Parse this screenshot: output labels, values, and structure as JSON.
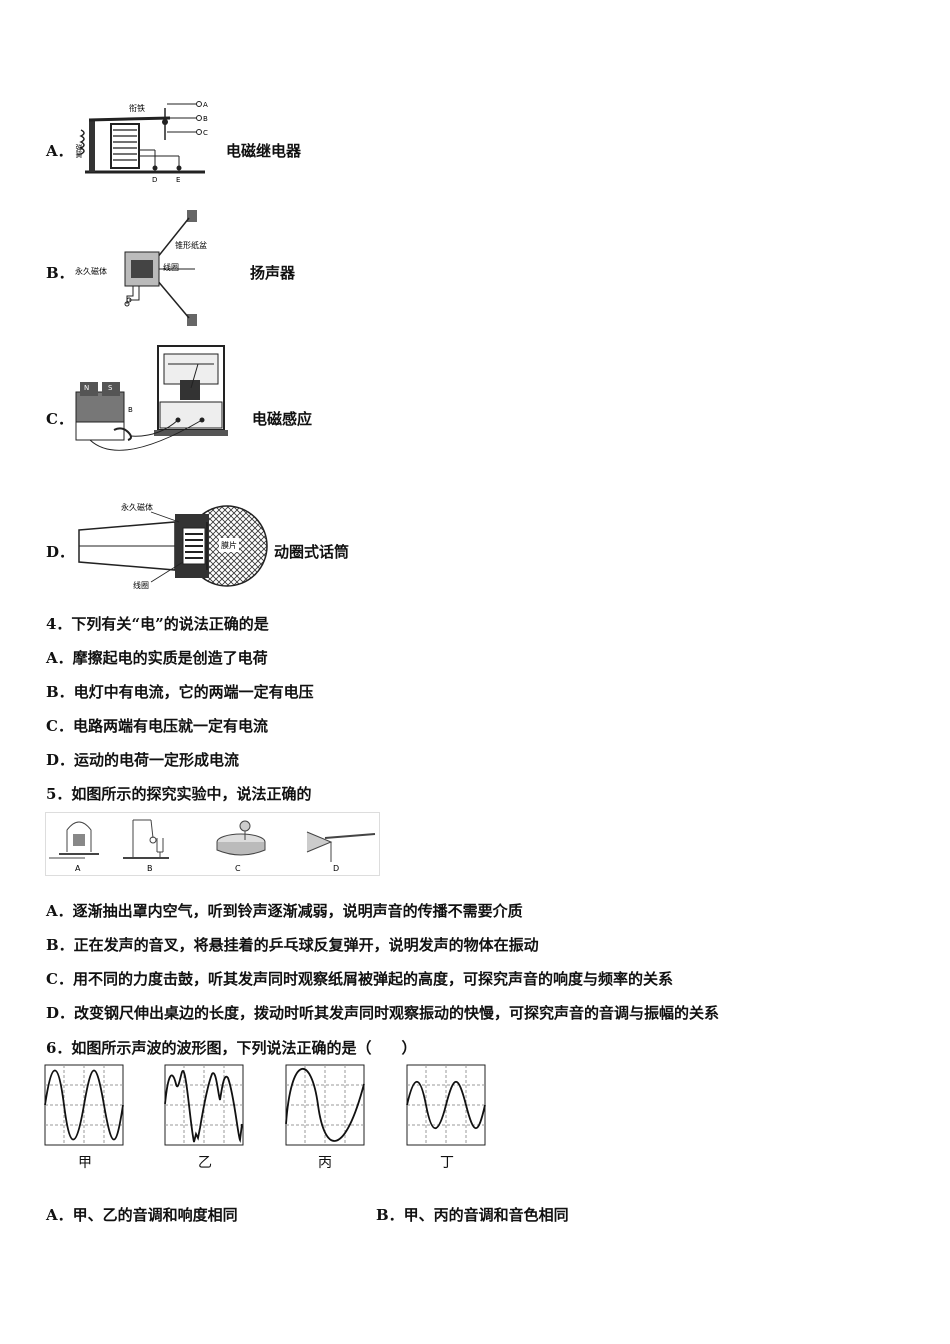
{
  "q3_options": [
    {
      "letter": "A．",
      "label": "电磁继电器",
      "fig_labels": {
        "armature": "衔铁",
        "spring": "弹簧",
        "A": "A",
        "B": "B",
        "C": "C",
        "D": "D",
        "E": "E"
      }
    },
    {
      "letter": "B．",
      "label": "扬声器",
      "fig_labels": {
        "magnet": "永久磁体",
        "cone": "锥形纸盆",
        "coil": "线圈"
      }
    },
    {
      "letter": "C．",
      "label": "电磁感应",
      "fig_labels": {
        "N": "N",
        "S": "S",
        "B": "B"
      }
    },
    {
      "letter": "D．",
      "label": "动圈式话筒",
      "fig_labels": {
        "magnet": "永久磁体",
        "diaphragm": "膜片",
        "coil": "线圈"
      }
    }
  ],
  "q4": {
    "stem": "4．下列有关“电”的说法正确的是",
    "options": [
      "A．摩擦起电的实质是创造了电荷",
      "B．电灯中有电流，它的两端一定有电压",
      "C．电路两端有电压就一定有电流",
      "D．运动的电荷一定形成电流"
    ]
  },
  "q5": {
    "stem": "5．如图所示的探究实验中，说法正确的",
    "fig_labels": [
      "A",
      "B",
      "C",
      "D"
    ],
    "options": [
      "A．逐渐抽出罩内空气，听到铃声逐渐减弱，说明声音的传播不需要介质",
      "B．正在发声的音叉，将悬挂着的乒乓球反复弹开，说明发声的物体在振动",
      "C．用不同的力度击鼓，听其发声同时观察纸屑被弹起的高度，可探究声音的响度与频率的关系",
      "D．改变钢尺伸出桌边的长度，拨动时听其发声同时观察振动的快慢，可探究声音的音调与振幅的关系"
    ]
  },
  "q6": {
    "stem": "6．如图所示声波的波形图，下列说法正确的是（　　）",
    "wave_labels": [
      "甲",
      "乙",
      "丙",
      "丁"
    ],
    "options": [
      "A．甲、乙的音调和响度相同",
      "B．甲、丙的音调和音色相同"
    ]
  }
}
